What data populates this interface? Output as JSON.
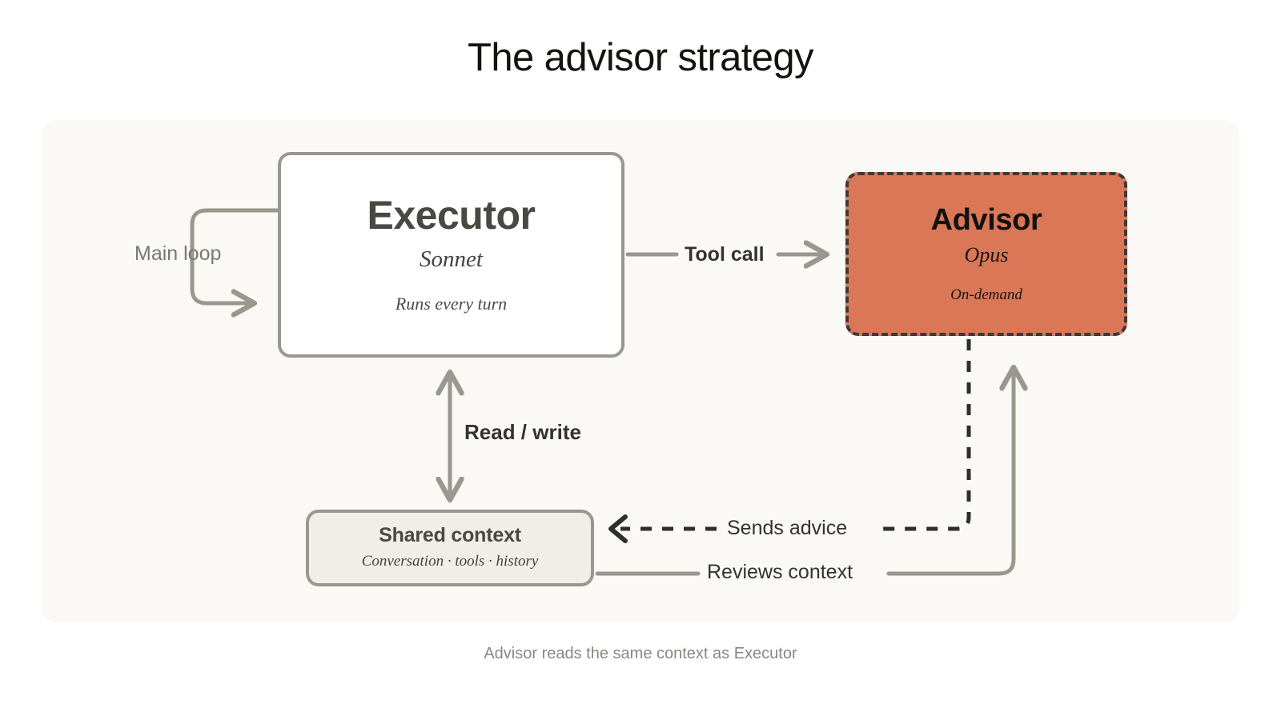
{
  "title": "The advisor strategy",
  "caption": "Advisor reads the same context as Executor",
  "colors": {
    "page_background": "#ffffff",
    "panel_background": "#faf9f5",
    "advisor_fill": "#d97757",
    "advisor_border": "#3b3a36",
    "executor_fill": "#ffffff",
    "executor_border": "#9a978e",
    "shared_fill": "#f0eee6",
    "shared_border": "#9a978e",
    "edge_gray": "#9a978e",
    "edge_dark": "#34332f",
    "title_color": "#14130f",
    "caption_color": "#8a8780"
  },
  "nodes": {
    "executor": {
      "title": "Executor",
      "subtitle": "Sonnet",
      "note": "Runs every turn"
    },
    "advisor": {
      "title": "Advisor",
      "subtitle": "Opus",
      "note": "On-demand"
    },
    "shared_context": {
      "title": "Shared context",
      "subtitle": "Conversation · tools · history"
    }
  },
  "edges": {
    "main_loop": {
      "label": "Main loop",
      "style": "solid",
      "color": "#9a978e",
      "from": "executor",
      "to": "executor"
    },
    "tool_call": {
      "label": "Tool call",
      "style": "solid",
      "color": "#9a978e",
      "from": "executor",
      "to": "advisor"
    },
    "read_write": {
      "label": "Read / write",
      "style": "solid",
      "color": "#9a978e",
      "from": "executor",
      "to": "shared_context",
      "bidirectional": true
    },
    "sends_advice": {
      "label": "Sends advice",
      "style": "dashed",
      "color": "#2f2e2b",
      "from": "advisor",
      "to": "shared_context"
    },
    "reviews_context": {
      "label": "Reviews context",
      "style": "solid",
      "color": "#9a978e",
      "from": "shared_context",
      "to": "advisor"
    }
  }
}
